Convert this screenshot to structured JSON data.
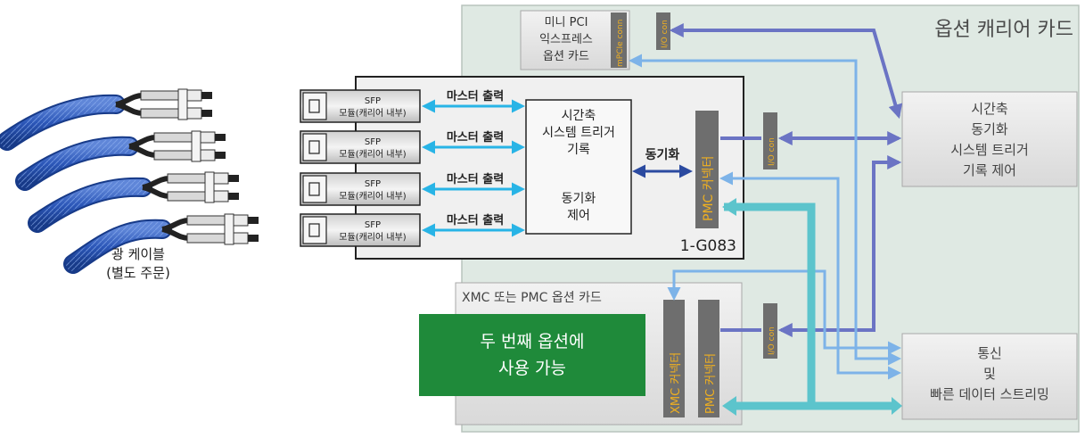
{
  "carrier_card": {
    "title": "옵션 캐리어 카드"
  },
  "mini_pci": {
    "lines": [
      "미니 PCI",
      "익스프레스",
      "옵션 카드"
    ],
    "conn_label": "mPCIe conn"
  },
  "io_con": {
    "label": "I/O con"
  },
  "board": {
    "id_label": "1-G083",
    "center_block": {
      "lines": [
        "시간축",
        "시스템 트리거",
        "기록"
      ],
      "sync_lines": [
        "동기화",
        "제어"
      ]
    },
    "sync_arrow_label": "동기화",
    "pmc_connector": "PMC 커넥터"
  },
  "sfp_modules": [
    {
      "title": "SFP",
      "subtitle": "모듈(캐리어 내부)",
      "output_label": "마스터 출력"
    },
    {
      "title": "SFP",
      "subtitle": "모듈(캐리어 내부)",
      "output_label": "마스터 출력"
    },
    {
      "title": "SFP",
      "subtitle": "모듈(캐리어 내부)",
      "output_label": "마스터 출력"
    },
    {
      "title": "SFP",
      "subtitle": "모듈(캐리어 내부)",
      "output_label": "마스터 출력"
    }
  ],
  "cables": {
    "lines": [
      "광 케이블",
      "(별도 주문)"
    ]
  },
  "timing_control": {
    "lines": [
      "시간축",
      "동기화",
      "시스템 트리거",
      "기록 제어"
    ]
  },
  "comms": {
    "lines": [
      "통신",
      "및",
      "빠른 데이터 스트리밍"
    ]
  },
  "option_card": {
    "title": "XMC 또는 PMC 옵션 카드",
    "xmc_connector": "XMC 커넥터",
    "pmc_connector": "PMC 커넥터",
    "green_box": {
      "lines": [
        "두 번째 옵션에",
        "사용 가능"
      ],
      "color": "#1f8a3a"
    }
  },
  "colors": {
    "carrier_bg": "#dfe9e3",
    "light_blue": "#7db3e8",
    "cyan": "#28b4e6",
    "purple": "#6b74c4",
    "teal": "#5cc4cc",
    "connector": "#6e6e6e",
    "connector_text": "#f0b020"
  }
}
